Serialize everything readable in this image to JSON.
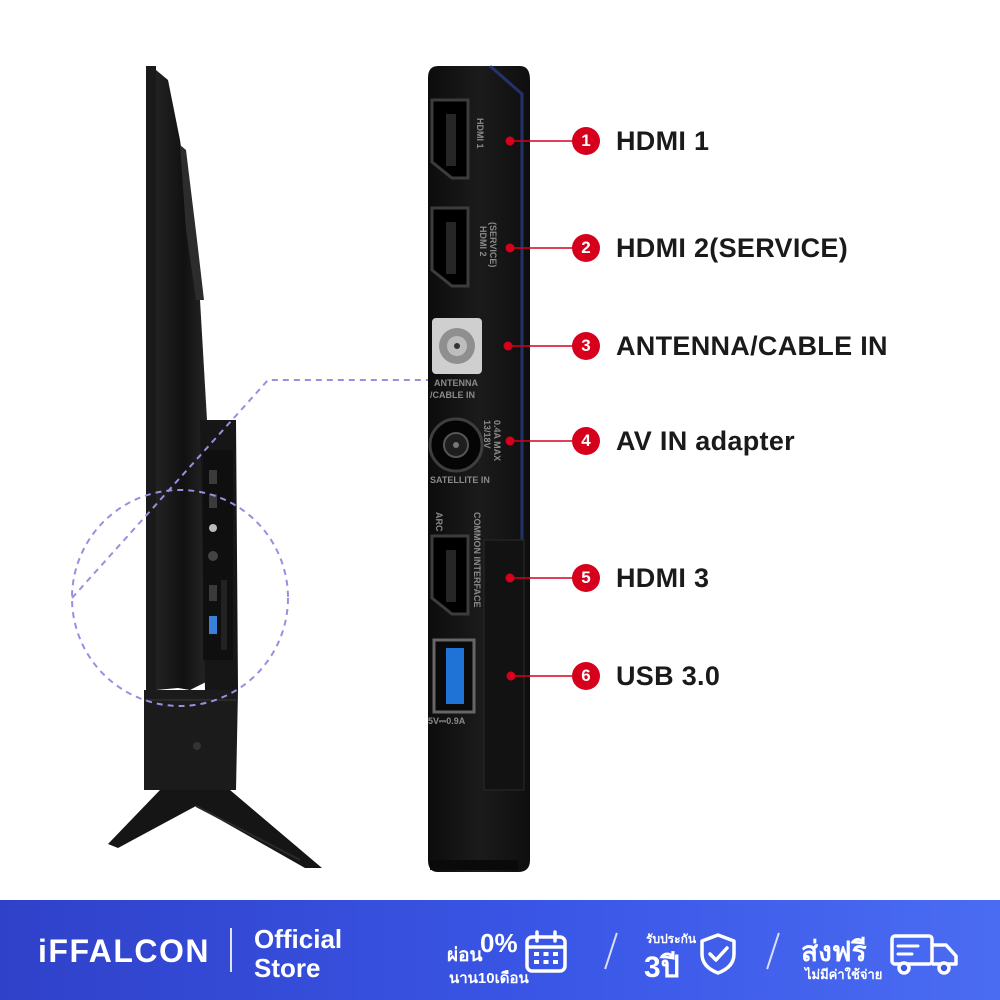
{
  "ports": [
    {
      "number": "1",
      "label": "HDMI 1"
    },
    {
      "number": "2",
      "label": "HDMI 2(SERVICE)"
    },
    {
      "number": "3",
      "label": "ANTENNA/CABLE IN"
    },
    {
      "number": "4",
      "label": "AV IN adapter"
    },
    {
      "number": "5",
      "label": "HDMI 3"
    },
    {
      "number": "6",
      "label": "USB 3.0"
    }
  ],
  "panel_print": {
    "hdmi1": "HDMI 1",
    "hdmi2_line1": "HDMI 2",
    "hdmi2_line2": "(SERVICE)",
    "antenna_line1": "ANTENNA",
    "antenna_line2": "/CABLE IN",
    "satellite_line1": "13/18V",
    "satellite_line2": "0.4A MAX",
    "satellite_line3": "SATELLITE IN",
    "arc": "ARC",
    "common_interface": "COMMON INTERFACE",
    "usb_rating": "5V⎓0.9A"
  },
  "bottom_bar": {
    "brand": "iFFALCON",
    "store_line1": "Official",
    "store_line2": "Store",
    "installment_top": "ผ่อน",
    "installment_pct": "0%",
    "installment_bottom": "นาน10เดือน",
    "warranty_top": "รับประกัน",
    "warranty_years": "3ปี",
    "shipping_top": "ส่งฟรี",
    "shipping_bottom": "ไม่มีค่าใช้จ่าย"
  },
  "colors": {
    "accent_red": "#d6001c",
    "bar_blue": "#3a56e6",
    "panel_black": "#141414",
    "callout_purple": "#9b8ee0"
  },
  "icons": [
    "calendar-icon",
    "shield-check-icon",
    "delivery-truck-icon"
  ]
}
